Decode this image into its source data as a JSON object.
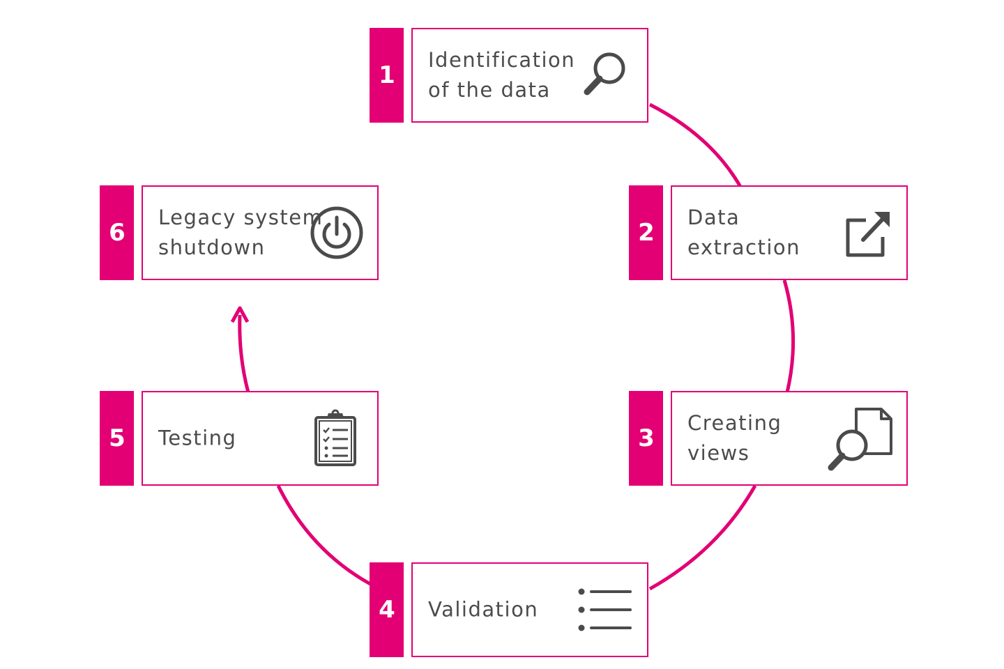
{
  "accent_color": "#e20074",
  "text_color": "#4b4b4b",
  "steps": [
    {
      "number": "1",
      "line1": "Identification",
      "line2": "of the data",
      "icon": "magnifier-icon"
    },
    {
      "number": "2",
      "line1": "Data",
      "line2": "extraction",
      "icon": "external-link-icon"
    },
    {
      "number": "3",
      "line1": "Creating",
      "line2": "views",
      "icon": "document-search-icon"
    },
    {
      "number": "4",
      "line1": "Validation",
      "line2": "",
      "icon": "list-icon"
    },
    {
      "number": "5",
      "line1": "Testing",
      "line2": "",
      "icon": "clipboard-checklist-icon"
    },
    {
      "number": "6",
      "line1": "Legacy system",
      "line2": "shutdown",
      "icon": "power-icon"
    }
  ]
}
